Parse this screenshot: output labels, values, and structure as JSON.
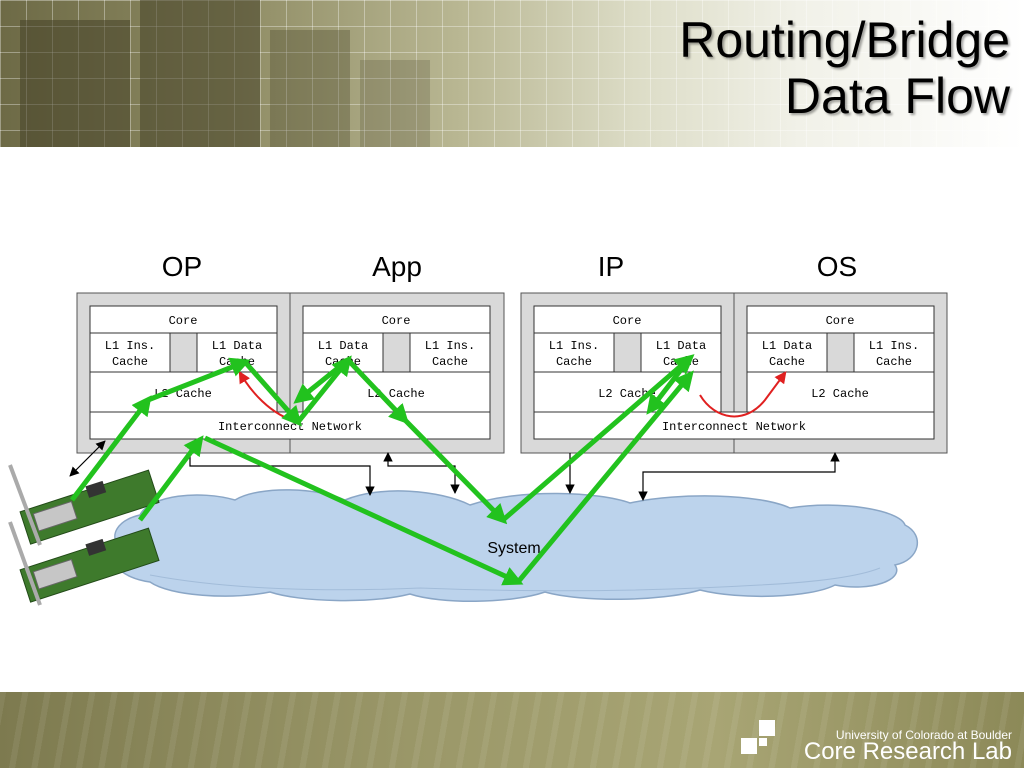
{
  "slide": {
    "title_line1": "Routing/Bridge",
    "title_line2": "Data Flow"
  },
  "footer": {
    "university": "University of Colorado at Boulder",
    "lab": "Core Research Lab"
  },
  "diagram": {
    "columns": [
      "OP",
      "App",
      "IP",
      "OS"
    ],
    "blocks": [
      {
        "core": "Core",
        "left_cache": [
          "L1 Ins.",
          "Cache"
        ],
        "right_cache": [
          "L1 Data",
          "Cache"
        ],
        "l2": "L2 Cache"
      },
      {
        "core": "Core",
        "left_cache": [
          "L1 Data",
          "Cache"
        ],
        "right_cache": [
          "L1 Ins.",
          "Cache"
        ],
        "l2": "L2 Cache"
      },
      {
        "core": "Core",
        "left_cache": [
          "L1 Ins.",
          "Cache"
        ],
        "right_cache": [
          "L1 Data",
          "Cache"
        ],
        "l2": "L2 Cache"
      },
      {
        "core": "Core",
        "left_cache": [
          "L1 Data",
          "Cache"
        ],
        "right_cache": [
          "L1 Ins.",
          "Cache"
        ],
        "l2": "L2 Cache"
      }
    ],
    "interconnect": "Interconnect Network",
    "system": "System",
    "colors": {
      "green_path": "#22c21e",
      "red_path": "#e02020",
      "cloud_fill": "#bcd3ec",
      "cloud_stroke": "#8aa6c6",
      "box_fill": "#d9d9d9"
    }
  }
}
